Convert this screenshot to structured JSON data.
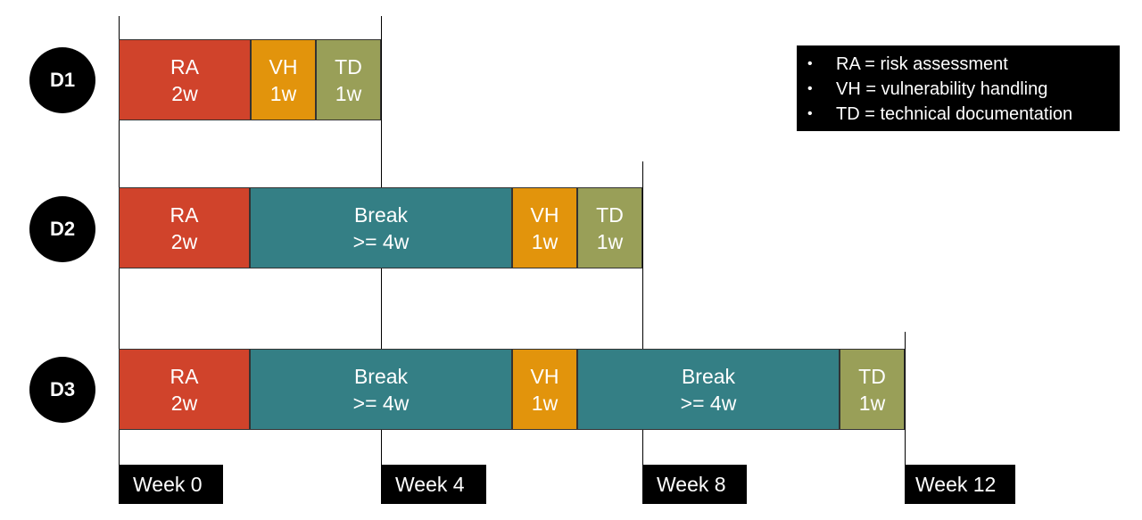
{
  "rows": [
    {
      "label": "D1",
      "segments": [
        {
          "name": "RA",
          "duration": "2w"
        },
        {
          "name": "VH",
          "duration": "1w"
        },
        {
          "name": "TD",
          "duration": "1w"
        }
      ]
    },
    {
      "label": "D2",
      "segments": [
        {
          "name": "RA",
          "duration": "2w"
        },
        {
          "name": "Break",
          "duration": ">= 4w"
        },
        {
          "name": "VH",
          "duration": "1w"
        },
        {
          "name": "TD",
          "duration": "1w"
        }
      ]
    },
    {
      "label": "D3",
      "segments": [
        {
          "name": "RA",
          "duration": "2w"
        },
        {
          "name": "Break",
          "duration": ">= 4w"
        },
        {
          "name": "VH",
          "duration": "1w"
        },
        {
          "name": "Break",
          "duration": ">= 4w"
        },
        {
          "name": "TD",
          "duration": "1w"
        }
      ]
    }
  ],
  "weeks": [
    "Week 0",
    "Week 4",
    "Week 8",
    "Week 12"
  ],
  "legend": [
    "RA = risk assessment",
    "VH = vulnerability handling",
    "TD = technical documentation"
  ],
  "colors": {
    "RA": "#d0432b",
    "VH": "#e2940c",
    "TD": "#999f58",
    "Break": "#347f85"
  }
}
